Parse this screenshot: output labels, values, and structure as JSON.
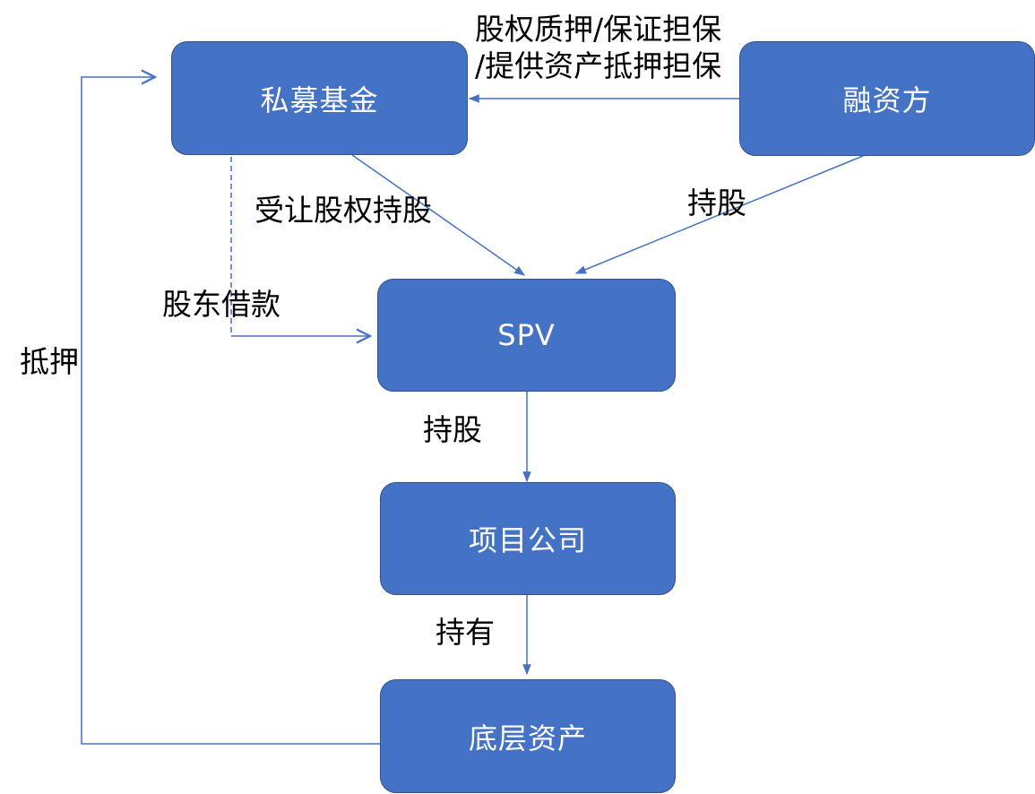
{
  "colors": {
    "node_fill": "#4472c4",
    "node_border": "#2f528f",
    "node_text": "#ffffff",
    "line": "#4472c4",
    "label_text": "#000000"
  },
  "nodes": {
    "private_fund": "私募基金",
    "financier": "融资方",
    "spv": "SPV",
    "project_company": "项目公司",
    "underlying_assets": "底层资产"
  },
  "edges": {
    "financier_to_fund_line1": "股权质押/保证担保",
    "financier_to_fund_line2": "/提供资产抵押担保",
    "fund_to_spv": "受让股权持股",
    "financier_to_spv": "持股",
    "shareholder_loan": "股东借款",
    "spv_to_project": "持股",
    "project_to_assets": "持有",
    "assets_to_fund": "抵押"
  }
}
